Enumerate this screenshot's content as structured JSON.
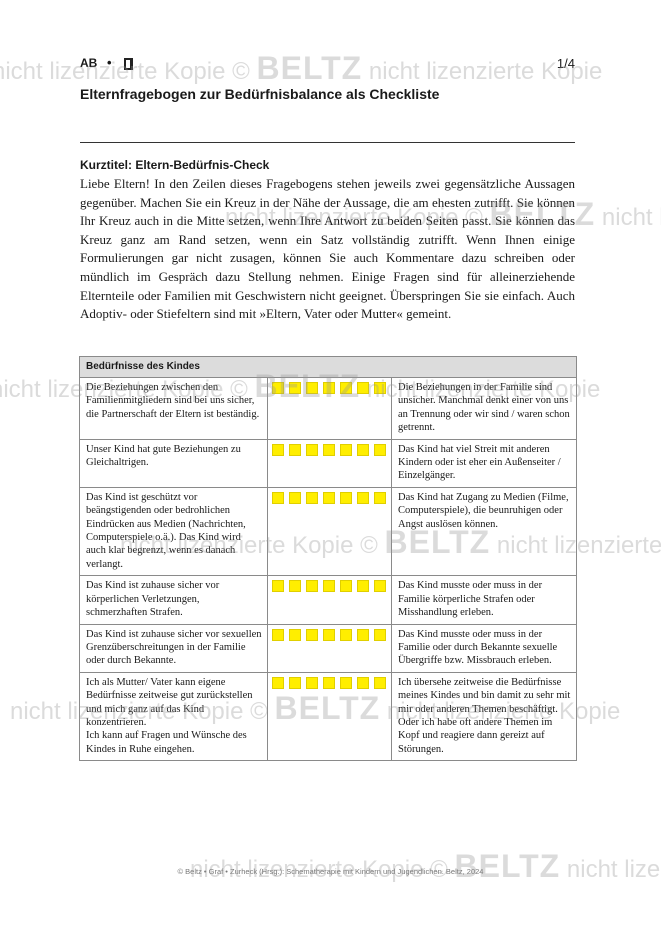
{
  "header": {
    "label": "AB",
    "separator": "•",
    "page": "1/4"
  },
  "title": "Elternfragebogen zur Bedürfnisbalance als Checkliste",
  "intro": {
    "kurztitel": "Kurztitel: Eltern-Bedürfnis-Check",
    "text": "Liebe Eltern! In den Zeilen dieses Fragebogens stehen jeweils zwei gegensätzliche Aussagen gegenüber. Machen Sie ein Kreuz in der Nähe der Aussage, die am ehesten zutrifft. Sie können Ihr Kreuz auch in die Mitte setzen, wenn Ihre Antwort zu beiden Seiten passt. Sie können das Kreuz ganz am Rand setzen, wenn ein Satz vollständig zutrifft. Wenn Ihnen einige Formulierungen gar nicht zusagen, können Sie auch Kommentare dazu schreiben oder mündlich im Gespräch dazu Stellung nehmen. Einige Fragen sind für alleinerziehende Elternteile oder Familien mit Geschwistern nicht geeignet. Überspringen Sie sie einfach. Auch Adoptiv- oder Stiefeltern sind mit »Eltern, Vater oder Mutter« gemeint."
  },
  "table": {
    "heading": "Bedürfnisse des Kindes",
    "box_color": "#ffee00",
    "rows": [
      {
        "left": "Die Beziehungen zwischen den Familienmitgliedern sind bei uns sicher, die Partnerschaft der Eltern ist beständig.",
        "right": "Die Beziehungen in der Familie sind unsicher. Manchmal denkt einer von uns an Trennung oder wir sind / waren schon getrennt."
      },
      {
        "left": "Unser Kind hat gute Beziehungen zu Gleichaltrigen.",
        "right": "Das Kind hat viel Streit mit anderen Kindern oder ist eher ein Außenseiter / Einzelgänger."
      },
      {
        "left": "Das Kind ist geschützt vor beängstigenden oder bedrohlichen Eindrücken aus Medien (Nachrichten, Computerspiele o.ä.). Das Kind wird auch klar begrenzt, wenn es danach verlangt.",
        "right": "Das Kind hat Zugang zu Medien (Filme, Computerspiele), die beunruhigen oder Angst auslösen können."
      },
      {
        "left": "Das Kind ist zuhause sicher vor körperlichen Verletzungen, schmerzhaften Strafen.",
        "right": "Das Kind musste oder muss in der Familie körperliche Strafen oder Misshandlung erleben."
      },
      {
        "left": "Das Kind ist zuhause sicher vor sexuellen Grenzüberschreitungen in der Familie oder durch Bekannte.",
        "right": "Das Kind musste oder muss in der Familie oder durch Bekannte sexuelle Übergriffe bzw. Missbrauch erleben."
      },
      {
        "left": "Ich als Mutter/ Vater kann eigene Bedürfnisse zeitweise gut zurückstellen und mich ganz auf das Kind konzentrieren.\nIch kann auf Fragen und Wünsche des Kindes in Ruhe eingehen.",
        "right": "Ich übersehe zeitweise die Bedürfnisse meines Kindes und bin damit zu sehr mit mir oder anderen Themen beschäftigt. Oder ich habe oft andere Themen im Kopf und reagiere dann gereizt auf Störungen."
      }
    ]
  },
  "footer": "© Beltz • Graf • Zurheck (Hrsg.): Schematherapie mit Kindern und Jugendlichen. Beltz, 2024",
  "watermarks": [
    {
      "text": "nicht lizenzierte Kopie",
      "brand": "BELTZ"
    }
  ]
}
